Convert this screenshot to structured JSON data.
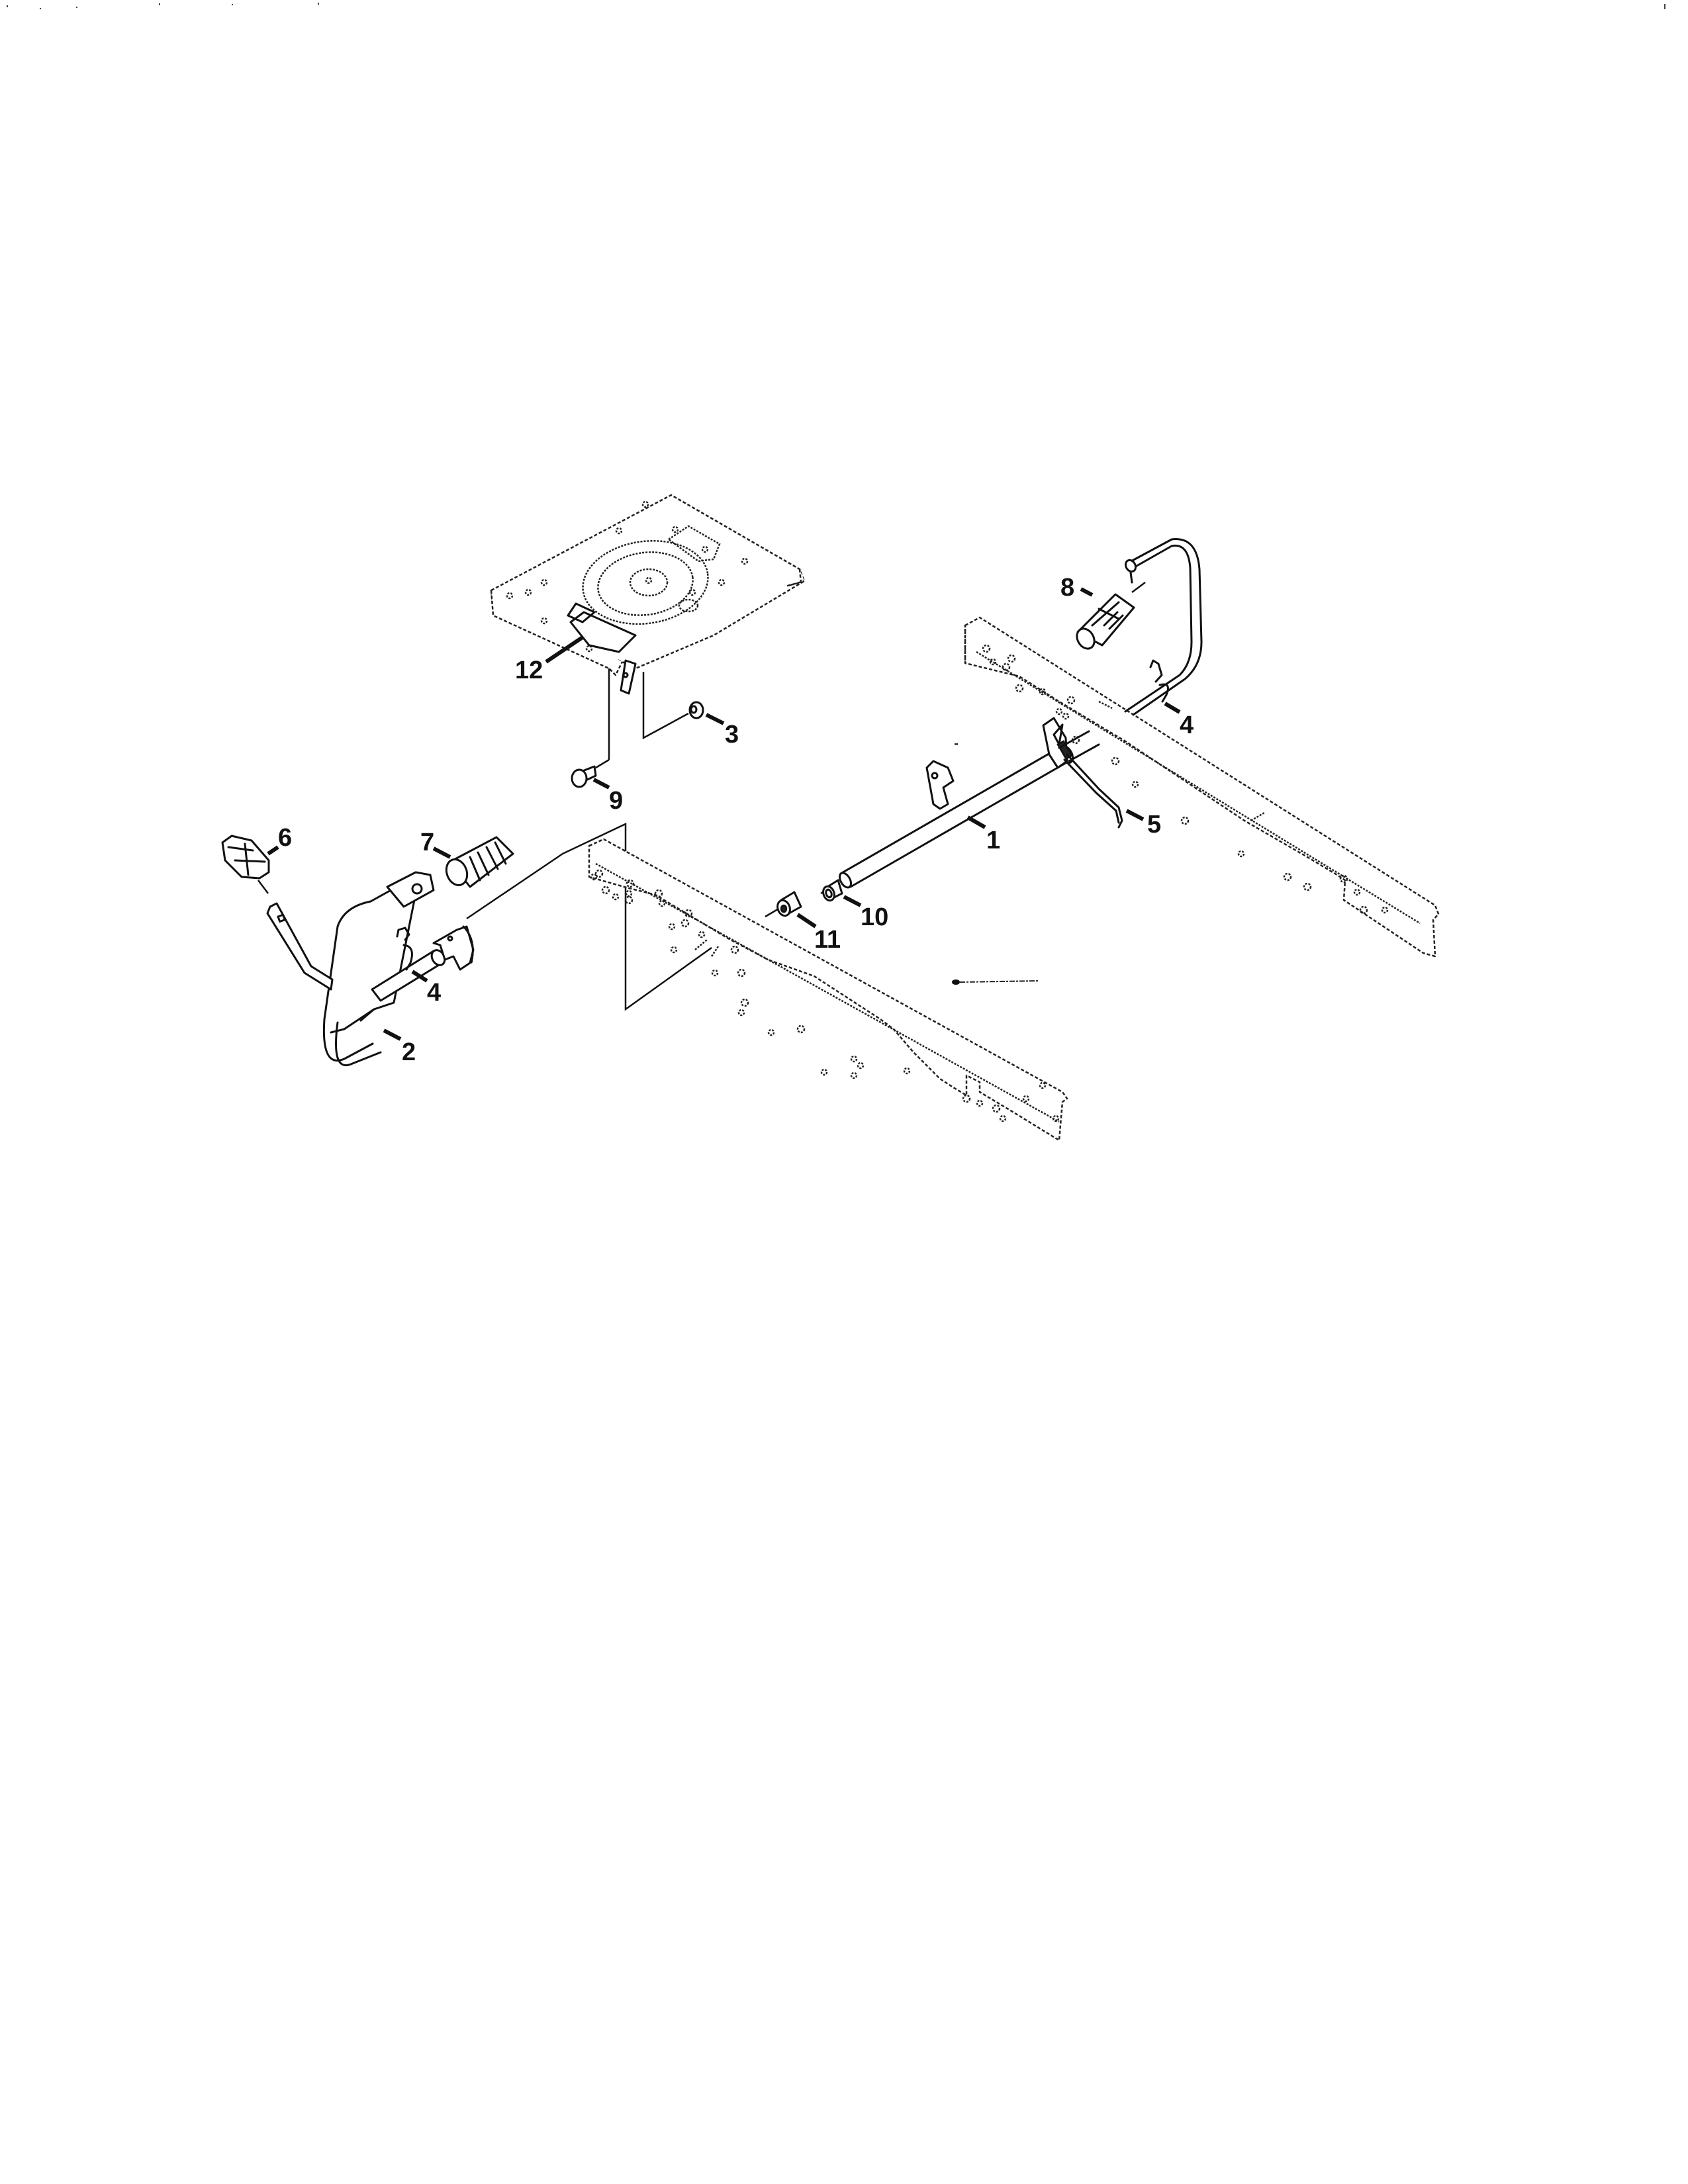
{
  "diagram": {
    "type": "exploded-parts-diagram",
    "subject": "Riding mower seat pan, shift/brake pedal shaft and frame rails",
    "callouts": [
      {
        "id": "c1",
        "label": "1",
        "part": "cross-shaft"
      },
      {
        "id": "c2",
        "label": "2",
        "part": "pedal-lever"
      },
      {
        "id": "c3",
        "label": "3",
        "part": "nut"
      },
      {
        "id": "c4a",
        "label": "4",
        "part": "clip-left"
      },
      {
        "id": "c4b",
        "label": "4",
        "part": "clip-right"
      },
      {
        "id": "c5",
        "label": "5",
        "part": "spring-rod"
      },
      {
        "id": "c6",
        "label": "6",
        "part": "knob"
      },
      {
        "id": "c7",
        "label": "7",
        "part": "pedal-pad-left"
      },
      {
        "id": "c8",
        "label": "8",
        "part": "pedal-pad-right"
      },
      {
        "id": "c9",
        "label": "9",
        "part": "bolt"
      },
      {
        "id": "c10",
        "label": "10",
        "part": "bushing"
      },
      {
        "id": "c11",
        "label": "11",
        "part": "spacer"
      },
      {
        "id": "c12",
        "label": "12",
        "part": "seat-pan-bracket"
      }
    ]
  },
  "labels": {
    "l1": "1",
    "l2": "2",
    "l3": "3",
    "l4a": "4",
    "l4b": "4",
    "l5": "5",
    "l6": "6",
    "l7": "7",
    "l8": "8",
    "l9": "9",
    "l10": "10",
    "l11": "11",
    "l12": "12"
  },
  "colors": {
    "line": "#111111",
    "background": "#ffffff"
  }
}
